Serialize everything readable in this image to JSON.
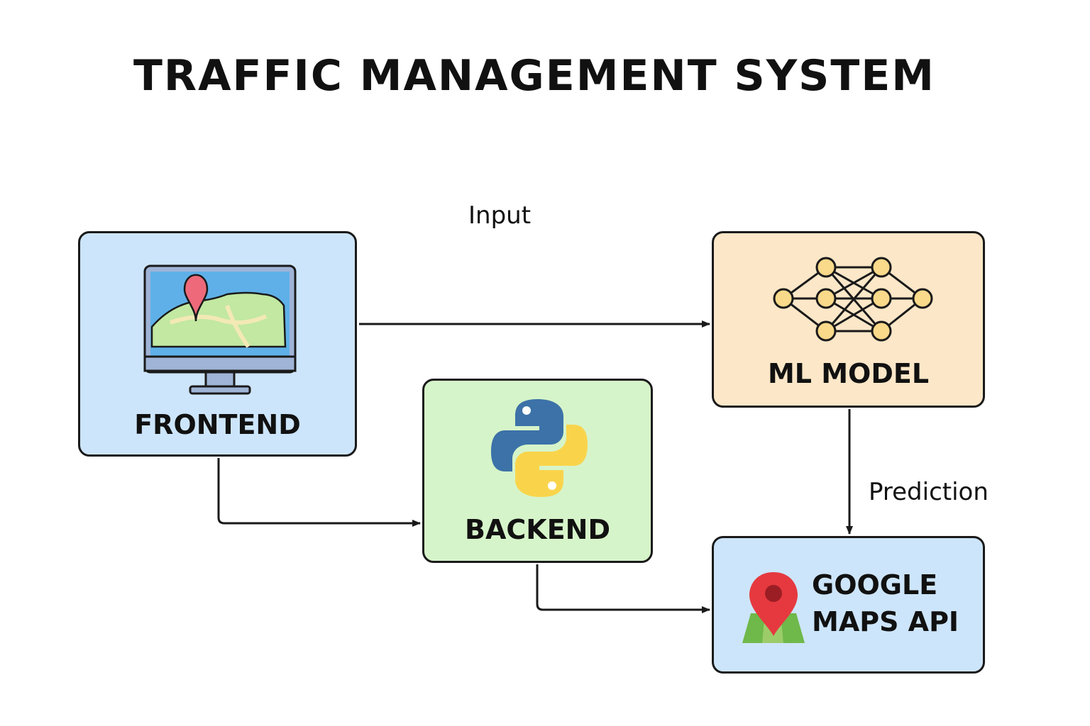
{
  "title": "TRAFFIC MANAGEMENT SYSTEM",
  "nodes": {
    "frontend": {
      "label": "FRONTEND",
      "icon": "monitor-map-icon"
    },
    "backend": {
      "label": "BACKEND",
      "icon": "python-logo-icon"
    },
    "ml_model": {
      "label": "ML MODEL",
      "icon": "neural-network-icon"
    },
    "google_maps": {
      "label_line1": "GOOGLE",
      "label_line2": "MAPS API",
      "icon": "map-pin-icon"
    }
  },
  "edges": {
    "frontend_to_ml": {
      "label": "Input"
    },
    "ml_to_maps": {
      "label": "Prediction"
    },
    "frontend_to_backend": {
      "label": ""
    },
    "backend_to_maps": {
      "label": ""
    }
  },
  "colors": {
    "frontend_fill": "#cde5fa",
    "backend_fill": "#d6f4c9",
    "ml_fill": "#fce7c8",
    "maps_fill": "#cde5fa",
    "stroke": "#1a1a1a"
  }
}
